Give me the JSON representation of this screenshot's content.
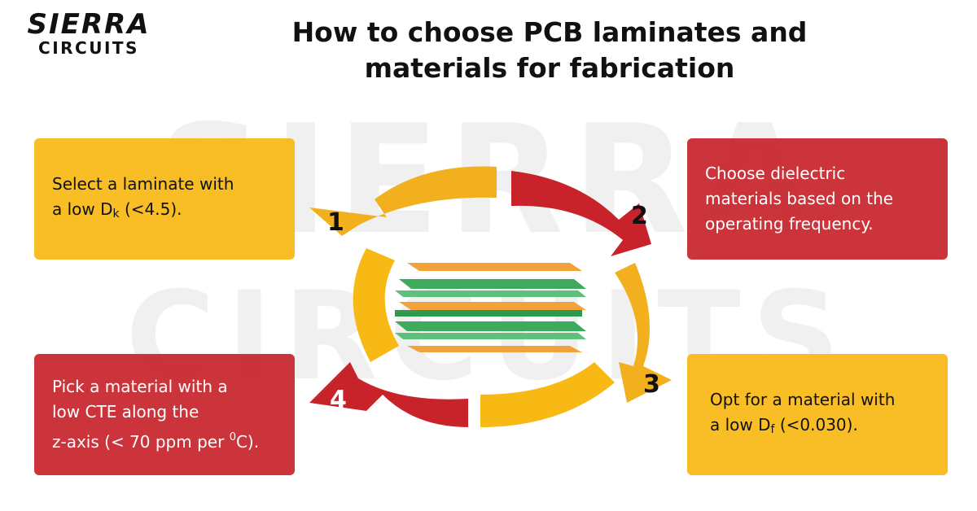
{
  "logo": {
    "line1": "SIERRA",
    "line2": "CIRCUITS"
  },
  "title": {
    "line1": "How to choose PCB laminates and",
    "line2": "materials for fabrication"
  },
  "watermark": {
    "line1": "SIERRA",
    "line2": "CIRCUITS"
  },
  "colors": {
    "yellow": "#F8B914",
    "red": "#C8232A",
    "green": "#3DAA5C",
    "orange": "#F2A23A"
  },
  "steps": [
    {
      "number": "1",
      "line1": "Select a laminate with",
      "line2_prefix": "a low D",
      "line2_sub": "k",
      "line2_suffix": " (<4.5)."
    },
    {
      "number": "2",
      "line1": "Choose dielectric",
      "line2": "materials based on the",
      "line3": "operating frequency."
    },
    {
      "number": "3",
      "line1": "Opt for a material with",
      "line2_prefix": "a low D",
      "line2_sub": "f",
      "line2_suffix": " (<0.030)."
    },
    {
      "number": "4",
      "line1": "Pick a material with a",
      "line2": "low CTE along the",
      "line3_prefix": "z-axis (< 70 ppm per ",
      "line3_sup": "0",
      "line3_suffix": "C)."
    }
  ]
}
